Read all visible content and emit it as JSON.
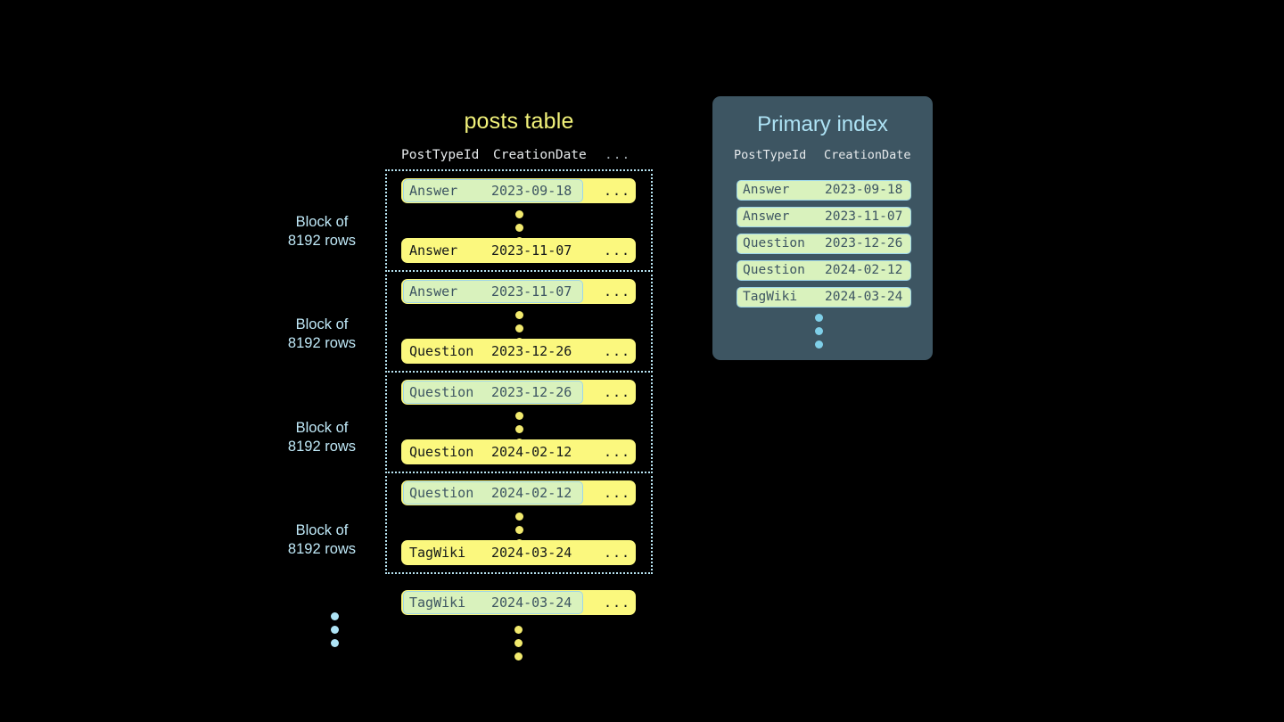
{
  "posts_table": {
    "title": "posts table",
    "columns": {
      "type": "PostTypeId",
      "date": "CreationDate",
      "more": "..."
    },
    "block_label_line1": "Block of",
    "block_label_line2": "8192 rows",
    "more_cell": "...",
    "blocks": [
      {
        "label_line1": "Block of",
        "label_line2": "8192 rows",
        "first_row": {
          "type": "Answer",
          "date": "2023-09-18",
          "more": "...",
          "highlighted": true
        },
        "last_row": {
          "type": "Answer",
          "date": "2023-11-07",
          "more": "...",
          "highlighted": false
        }
      },
      {
        "label_line1": "Block of",
        "label_line2": "8192 rows",
        "first_row": {
          "type": "Answer",
          "date": "2023-11-07",
          "more": "...",
          "highlighted": true
        },
        "last_row": {
          "type": "Question",
          "date": "2023-12-26",
          "more": "...",
          "highlighted": false
        }
      },
      {
        "label_line1": "Block of",
        "label_line2": "8192 rows",
        "first_row": {
          "type": "Question",
          "date": "2023-12-26",
          "more": "...",
          "highlighted": true
        },
        "last_row": {
          "type": "Question",
          "date": "2024-02-12",
          "more": "...",
          "highlighted": false
        }
      },
      {
        "label_line1": "Block of",
        "label_line2": "8192 rows",
        "first_row": {
          "type": "Question",
          "date": "2024-02-12",
          "more": "...",
          "highlighted": true
        },
        "last_row": {
          "type": "TagWiki",
          "date": "2024-03-24",
          "more": "...",
          "highlighted": false
        }
      }
    ],
    "tail_row": {
      "type": "TagWiki",
      "date": "2024-03-24",
      "more": "...",
      "highlighted": true
    }
  },
  "primary_index": {
    "title": "Primary index",
    "columns": {
      "type": "PostTypeId",
      "date": "CreationDate"
    },
    "entries": [
      {
        "type": "Answer",
        "date": "2023-09-18"
      },
      {
        "type": "Answer",
        "date": "2023-11-07"
      },
      {
        "type": "Question",
        "date": "2023-12-26"
      },
      {
        "type": "Question",
        "date": "2024-02-12"
      },
      {
        "type": "TagWiki",
        "date": "2024-03-24"
      }
    ]
  },
  "colors": {
    "background": "#000000",
    "row_yellow": "#fbf87e",
    "highlight_green": "#d9f2bd",
    "highlight_border": "#9fd6e8",
    "block_border": "#b8e4f2",
    "label_blue": "#bfe8f7",
    "title_yellow": "#f2f27a",
    "panel_slate": "#3d5562",
    "panel_title_blue": "#aee3f5",
    "dot_yellow": "#f2ea6e",
    "dot_blue": "#aee3f5"
  }
}
